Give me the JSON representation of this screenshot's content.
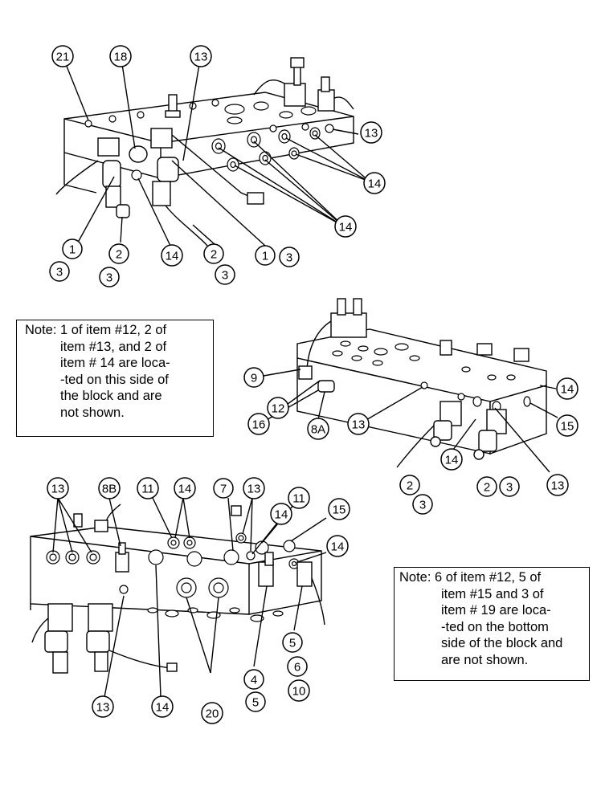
{
  "figure": "exploded hydraulic valve block",
  "callouts": {
    "top": [
      {
        "label": "21"
      },
      {
        "label": "18"
      },
      {
        "label": "13"
      },
      {
        "label": "13"
      },
      {
        "label": "14"
      },
      {
        "label": "14"
      },
      {
        "label": "1"
      },
      {
        "label": "3"
      },
      {
        "label": "2"
      },
      {
        "label": "3"
      },
      {
        "label": "14"
      },
      {
        "label": "2"
      },
      {
        "label": "3"
      },
      {
        "label": "1"
      },
      {
        "label": "3"
      }
    ],
    "middle": [
      {
        "label": "9"
      },
      {
        "label": "12"
      },
      {
        "label": "16"
      },
      {
        "label": "8A"
      },
      {
        "label": "13"
      },
      {
        "label": "14"
      },
      {
        "label": "15"
      },
      {
        "label": "14"
      },
      {
        "label": "2"
      },
      {
        "label": "3"
      },
      {
        "label": "2"
      },
      {
        "label": "3"
      },
      {
        "label": "13"
      }
    ],
    "bottom": [
      {
        "label": "13"
      },
      {
        "label": "8B"
      },
      {
        "label": "11"
      },
      {
        "label": "14"
      },
      {
        "label": "7"
      },
      {
        "label": "13"
      },
      {
        "label": "11"
      },
      {
        "label": "14"
      },
      {
        "label": "15"
      },
      {
        "label": "14"
      },
      {
        "label": "13"
      },
      {
        "label": "14"
      },
      {
        "label": "20"
      },
      {
        "label": "4"
      },
      {
        "label": "5"
      },
      {
        "label": "5"
      },
      {
        "label": "6"
      },
      {
        "label": "10"
      }
    ]
  },
  "notes": {
    "note1": {
      "lines": [
        "Note: 1 of item #12, 2 of",
        "item #13, and 2 of",
        "item # 14 are loca-",
        "-ted on this side of",
        "the block and are",
        "not shown."
      ]
    },
    "note2": {
      "lines": [
        "Note: 6 of item #12, 5 of",
        "item #15 and 3 of",
        "item # 19 are loca-",
        "-ted on the bottom",
        "side of the block and",
        "are not shown."
      ]
    }
  }
}
